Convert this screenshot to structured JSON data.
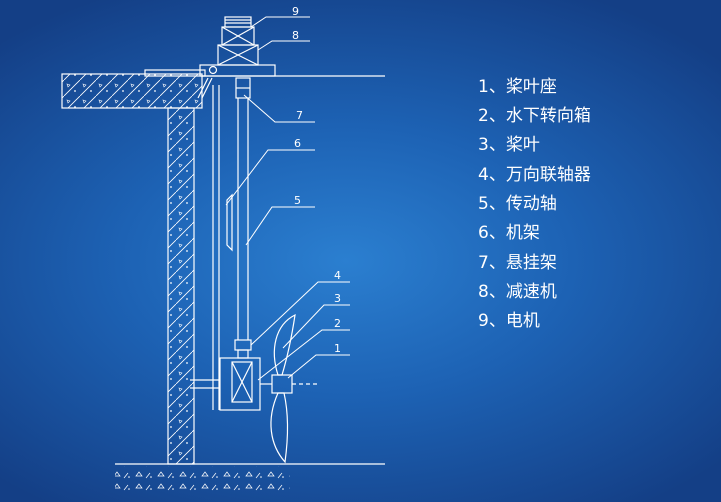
{
  "callout_numbers": [
    "1",
    "2",
    "3",
    "4",
    "5",
    "6",
    "7",
    "8",
    "9"
  ],
  "legend": [
    "1、桨叶座",
    "2、水下转向箱",
    "3、桨叶",
    "4、万向联轴器",
    "5、传动轴",
    "6、机架",
    "7、悬挂架",
    "8、减速机",
    "9、电机"
  ],
  "colors": {
    "background": "#1d62b4",
    "line": "#ffffff"
  }
}
